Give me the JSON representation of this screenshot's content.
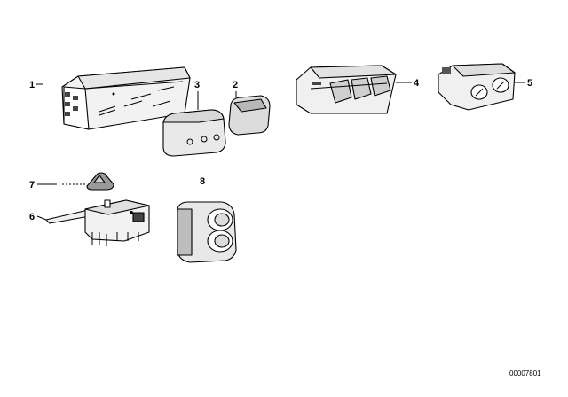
{
  "callouts": {
    "c1": "1",
    "c2": "2",
    "c3": "3",
    "c4": "4",
    "c5": "5",
    "c6": "6",
    "c7": "7",
    "c8": "8"
  },
  "reference_number": "00007801"
}
